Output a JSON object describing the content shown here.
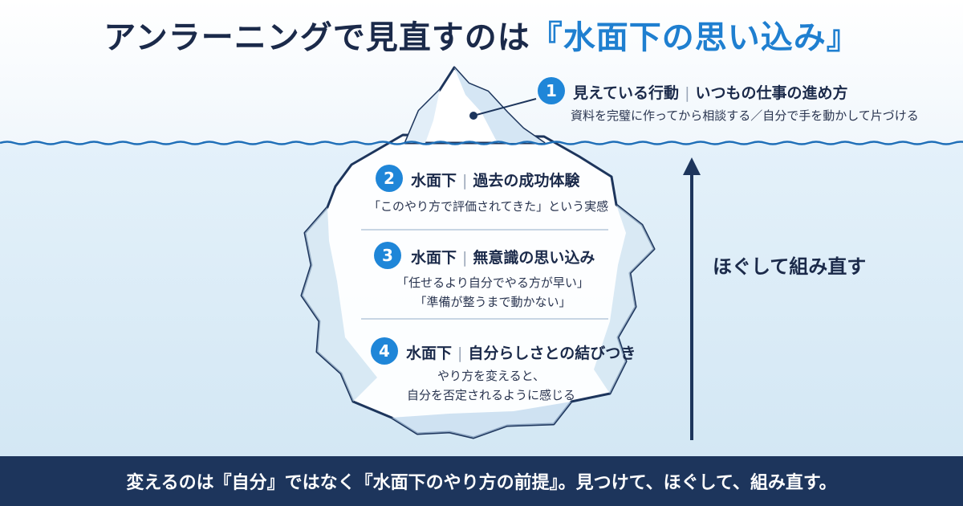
{
  "title": {
    "prefix": "アンラーニングで見直すのは",
    "highlight": "『水面下の思い込み』"
  },
  "layers": [
    {
      "number": "1",
      "label": "見えている行動",
      "topic": "いつもの仕事の進め方",
      "lines": [
        "資料を完璧に作ってから相談する／自分で手を動かして片づける"
      ]
    },
    {
      "number": "2",
      "label": "水面下",
      "topic": "過去の成功体験",
      "lines": [
        "「このやり方で評価されてきた」という実感"
      ]
    },
    {
      "number": "3",
      "label": "水面下",
      "topic": "無意識の思い込み",
      "lines": [
        "「任せるより自分でやる方が早い」",
        "「準備が整うまで動かない」"
      ]
    },
    {
      "number": "4",
      "label": "水面下",
      "topic": "自分らしさとの結びつき",
      "lines": [
        "やり方を変えると、",
        "自分を否定されるように感じる"
      ]
    }
  ],
  "arrow_label": "ほぐして組み直す",
  "footer": "変えるのは『自分』ではなく『水面下のやり方の前提』。見つけて、ほぐして、組み直す。",
  "colors": {
    "accent": "#1f86d8",
    "navy": "#1d355c",
    "water": "#d3e7f4",
    "wave": "#1f6fb8"
  }
}
